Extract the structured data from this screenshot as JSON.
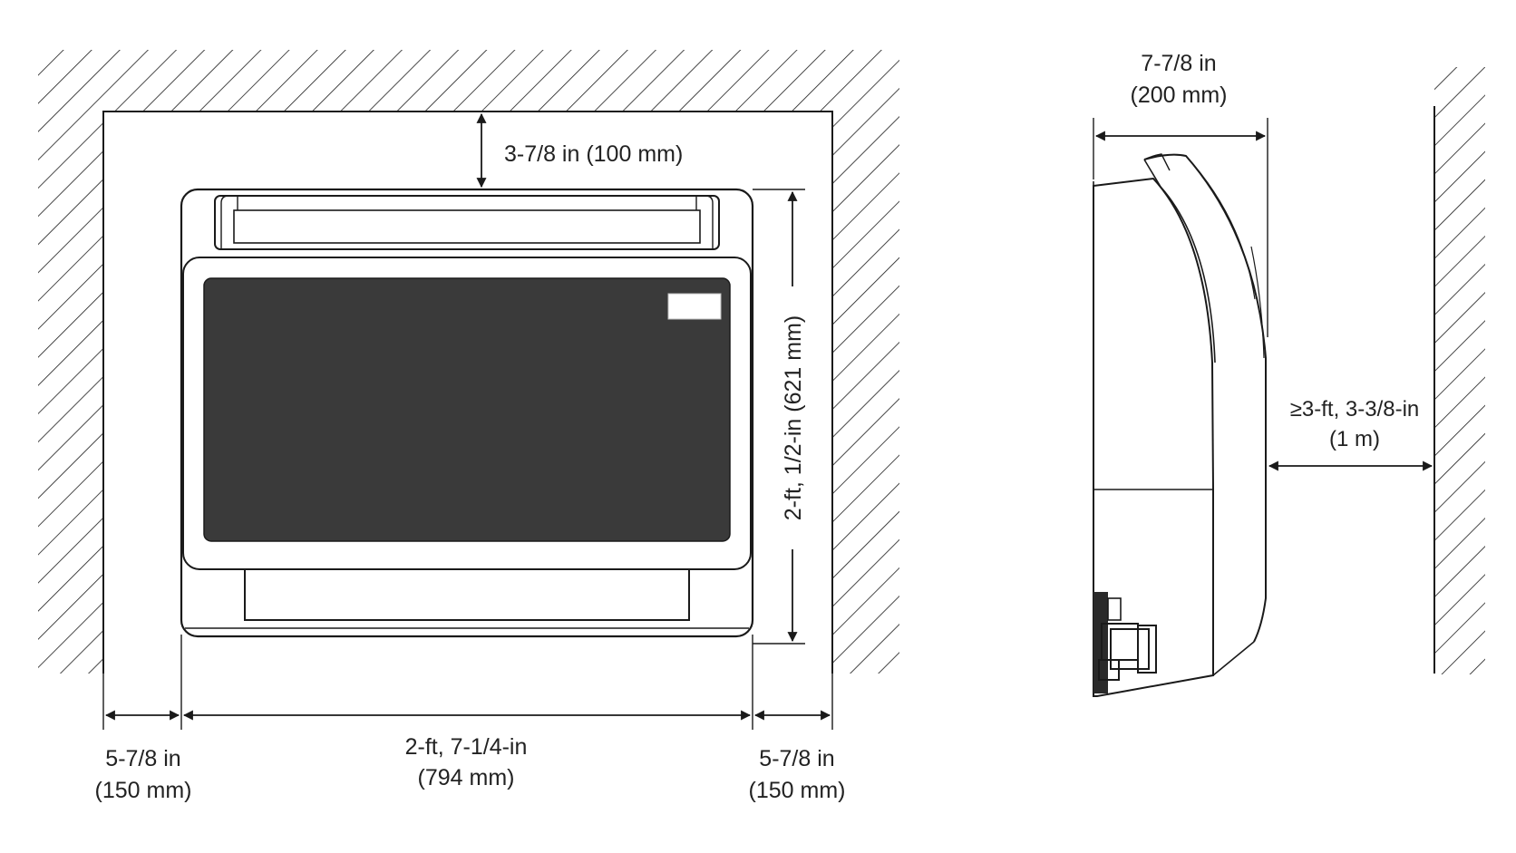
{
  "colors": {
    "line": "#1a1a1a",
    "hatch": "#1a1a1a",
    "panel": "#3a3a3a",
    "background": "#ffffff"
  },
  "front_view": {
    "top_clearance": "3-7/8 in (100 mm)",
    "height": "2-ft, 1/2-in (621 mm)",
    "width": {
      "line1": "2-ft, 7-1/4-in",
      "line2": "(794 mm)"
    },
    "left_clearance": {
      "line1": "5-7/8 in",
      "line2": "(150 mm)"
    },
    "right_clearance": {
      "line1": "5-7/8 in",
      "line2": "(150 mm)"
    }
  },
  "side_view": {
    "depth": {
      "line1": "7-7/8 in",
      "line2": "(200 mm)"
    },
    "front_clearance": {
      "line1": "≥3-ft, 3-3/8-in",
      "line2": "(1 m)"
    }
  }
}
